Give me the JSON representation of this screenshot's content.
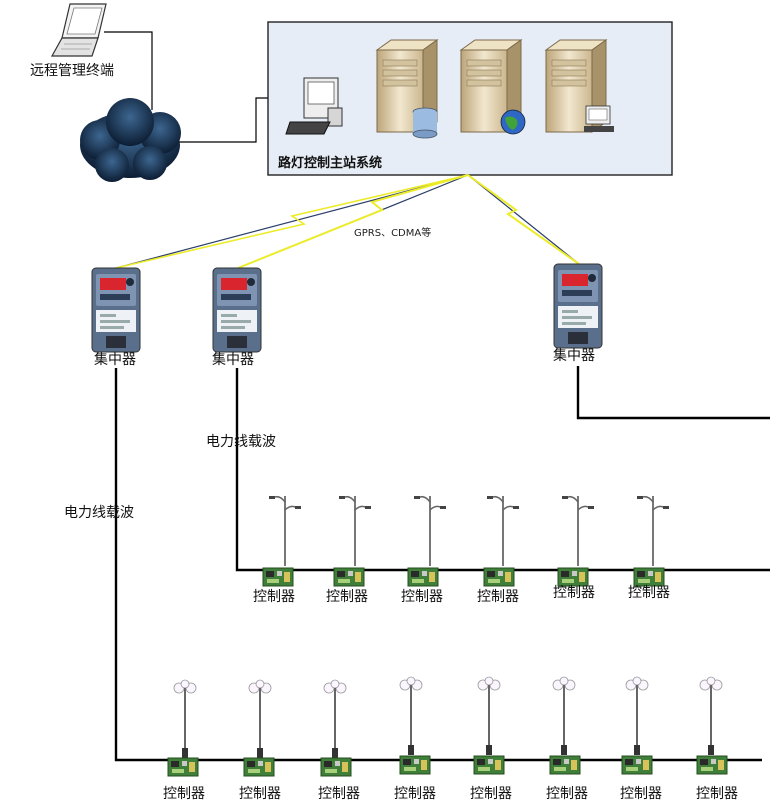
{
  "remote_terminal": {
    "label": "远程管理终端"
  },
  "master_station": {
    "label": "路灯控制主站系统"
  },
  "wireless": {
    "label": "GPRS、CDMA等"
  },
  "concentrators": [
    {
      "label": "集中器"
    },
    {
      "label": "集中器"
    },
    {
      "label": "集中器"
    }
  ],
  "plc_labels": [
    {
      "label": "电力线载波"
    },
    {
      "label": "电力线载波"
    }
  ],
  "controllers_upper": [
    {
      "label": "控制器"
    },
    {
      "label": "控制器"
    },
    {
      "label": "控制器"
    },
    {
      "label": "控制器"
    },
    {
      "label": "控制器"
    },
    {
      "label": "控制器"
    }
  ],
  "controllers_lower": [
    {
      "label": "控制器"
    },
    {
      "label": "控制器"
    },
    {
      "label": "控制器"
    },
    {
      "label": "控制器"
    },
    {
      "label": "控制器"
    },
    {
      "label": "控制器"
    },
    {
      "label": "控制器"
    },
    {
      "label": "控制器"
    }
  ],
  "colors": {
    "station_fill": "#e6edf6",
    "lightning": "#ecec2a",
    "cloud": "#16304f",
    "meter_body": "#5a6f8c",
    "board": "#3f7f3a"
  },
  "icons": [
    "laptop-icon",
    "cloud-icon",
    "workstation-icon",
    "database-server-icon",
    "web-server-icon",
    "client-server-icon",
    "meter-icon",
    "streetlight-icon",
    "controller-board-icon"
  ]
}
